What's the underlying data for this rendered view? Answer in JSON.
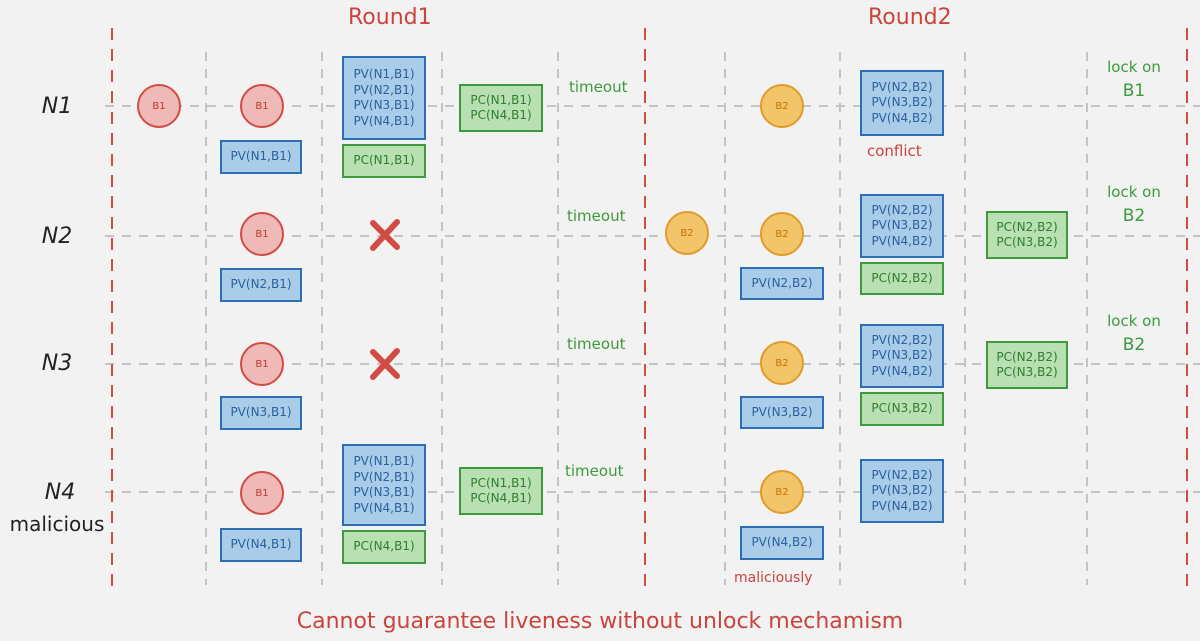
{
  "rounds": [
    "Round1",
    "Round2"
  ],
  "nodes": {
    "n1": "N1",
    "n2": "N2",
    "n3": "N3",
    "n4": "N4",
    "n4_note": "malicious"
  },
  "blocks": {
    "b1": "B1",
    "b2": "B2"
  },
  "round1": {
    "n1_pv": "PV(N1,B1)",
    "n1_pv_set": [
      "PV(N1,B1)",
      "PV(N2,B1)",
      "PV(N3,B1)",
      "PV(N4,B1)"
    ],
    "n1_pc": "PC(N1,B1)",
    "n1_pc_set": [
      "PC(N1,B1)",
      "PC(N4,B1)"
    ],
    "n2_pv": "PV(N2,B1)",
    "n3_pv": "PV(N3,B1)",
    "n4_pv": "PV(N4,B1)",
    "n4_pv_set": [
      "PV(N1,B1)",
      "PV(N2,B1)",
      "PV(N3,B1)",
      "PV(N4,B1)"
    ],
    "n4_pc": "PC(N4,B1)",
    "n4_pc_set": [
      "PC(N1,B1)",
      "PC(N4,B1)"
    ],
    "timeout": "timeout"
  },
  "round2": {
    "n1_pv_set": [
      "PV(N2,B2)",
      "PV(N3,B2)",
      "PV(N4,B2)"
    ],
    "conflict": "conflict",
    "n2_pv": "PV(N2,B2)",
    "n2_pv_set": [
      "PV(N2,B2)",
      "PV(N3,B2)",
      "PV(N4,B2)"
    ],
    "n2_pc": "PC(N2,B2)",
    "n2_pc_set": [
      "PC(N2,B2)",
      "PC(N3,B2)"
    ],
    "n3_pv": "PV(N3,B2)",
    "n3_pv_set": [
      "PV(N2,B2)",
      "PV(N3,B2)",
      "PV(N4,B2)"
    ],
    "n3_pc": "PC(N3,B2)",
    "n3_pc_set": [
      "PC(N2,B2)",
      "PC(N3,B2)"
    ],
    "n4_pv": "PV(N4,B2)",
    "n4_pv_set": [
      "PV(N2,B2)",
      "PV(N3,B2)",
      "PV(N4,B2)"
    ],
    "maliciously": "maliciously"
  },
  "locks": {
    "prefix": "lock on",
    "n1": "B1",
    "n2": "B2",
    "n3": "B2"
  },
  "footer": "Cannot guarantee liveness without unlock mechamism",
  "colors": {
    "red": "#d24b45",
    "blue": "#2c6db4",
    "green": "#3e9a3e",
    "orange": "#e09b2a",
    "grid": "#c4c4c4"
  }
}
